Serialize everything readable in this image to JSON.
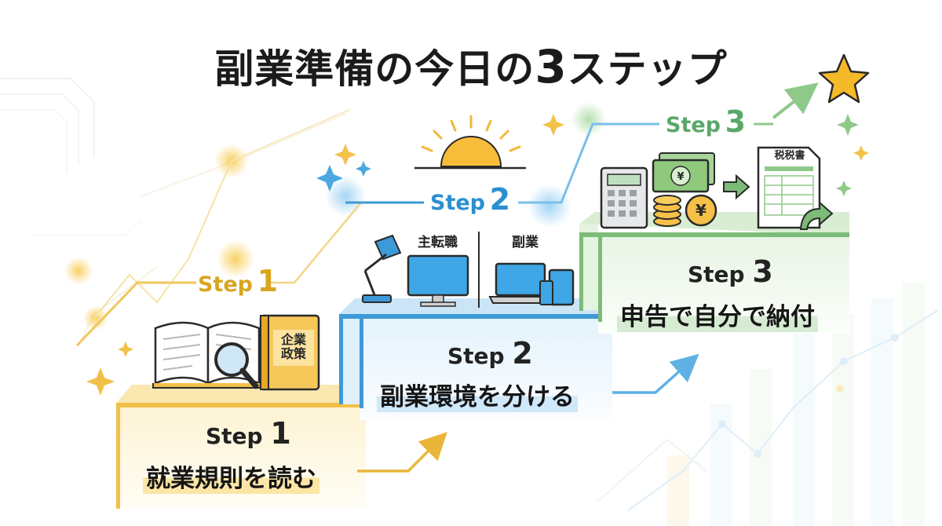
{
  "title": {
    "main": "副業準備の今日の",
    "number": "3",
    "suffix": "ステップ"
  },
  "steps": [
    {
      "word": "Step",
      "number": "1",
      "text": "就業規則を読む",
      "color": "#f1c04a"
    },
    {
      "word": "Step",
      "number": "2",
      "text": "副業環境を分ける",
      "color": "#3d9ad8"
    },
    {
      "word": "Step",
      "number": "3",
      "text": "申告で自分で納付",
      "color": "#7dbb78"
    }
  ],
  "icons": {
    "step1": {
      "book_title": "企業\n政策",
      "icons": [
        "open-book-icon",
        "magnifier-icon",
        "policy-book-icon"
      ]
    },
    "step2": {
      "left_label": "主転職",
      "right_label": "副業",
      "icons": [
        "desk-lamp-icon",
        "monitor-icon",
        "laptop-icon",
        "tablet-icon",
        "phone-icon",
        "sunrise-icon"
      ]
    },
    "step3": {
      "form_title": "税税書",
      "icons": [
        "calculator-icon",
        "banknote-icon",
        "coin-stack-icon",
        "yen-coin-icon",
        "arrow-right-icon",
        "tax-form-icon",
        "star-icon"
      ]
    }
  },
  "colors": {
    "yellow": "#f1c04a",
    "blue": "#3d9ad8",
    "green": "#7dbb78",
    "star": "#f6b928"
  }
}
